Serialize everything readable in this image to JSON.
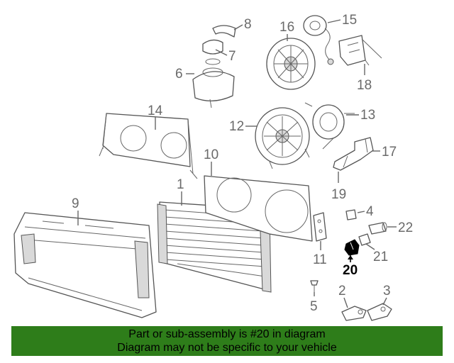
{
  "callouts": {
    "c1": "1",
    "c2": "2",
    "c3": "3",
    "c4": "4",
    "c5": "5",
    "c6": "6",
    "c7": "7",
    "c8": "8",
    "c9": "9",
    "c10": "10",
    "c11": "11",
    "c12": "12",
    "c13": "13",
    "c14": "14",
    "c15": "15",
    "c16": "16",
    "c17": "17",
    "c18": "18",
    "c19": "19",
    "c20": "20",
    "c21": "21",
    "c22": "22"
  },
  "highlighted_part": "20",
  "colors": {
    "banner_bg": "#2e7d1a",
    "highlight": "#000000",
    "line_art": "#555555"
  },
  "banner": {
    "line1": "Part or sub-assembly is #20 in diagram",
    "line2": "Diagram may not be specific to your vehicle"
  }
}
